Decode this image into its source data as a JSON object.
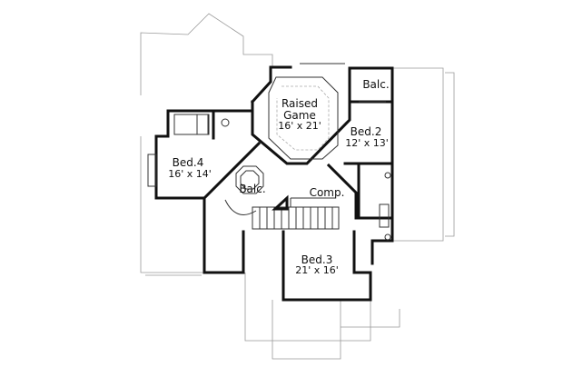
{
  "rooms": {
    "game": {
      "name_line1": "Raised",
      "name_line2": "Game",
      "size": "16' x 21'"
    },
    "balc_top": {
      "name": "Balc."
    },
    "bed2": {
      "name": "Bed.2",
      "size": "12' x 13'"
    },
    "bed4": {
      "name": "Bed.4",
      "size": "16' x 14'"
    },
    "balc_center": {
      "name": "Balc."
    },
    "comp": {
      "name": "Comp."
    },
    "bed3": {
      "name": "Bed.3",
      "size": "21' x 16'"
    }
  }
}
